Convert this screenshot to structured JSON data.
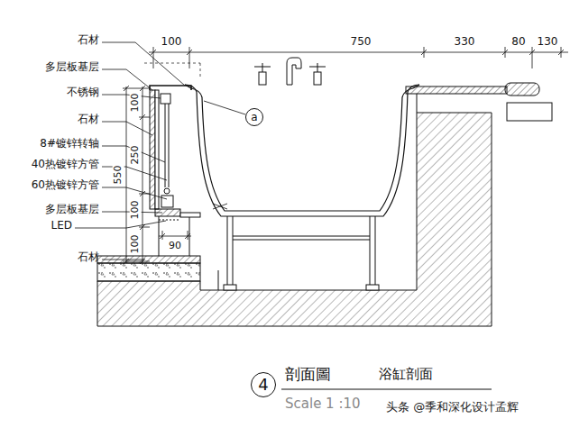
{
  "diagram": {
    "nodes": [
      {
        "text": [
          "a"
        ]
      },
      {
        "text": [
          "4"
        ]
      }
    ],
    "labels": [
      "石材",
      "多层板基层",
      "不锈钢",
      "石材",
      "8#镀锌转轴",
      "40热镀锌方管",
      "60热镀锌方管",
      "多层板基层",
      "LED",
      "石材",
      "100",
      "750",
      "330",
      "80",
      "130",
      "100",
      "250",
      "550",
      "100",
      "100",
      "90",
      "剖面圖",
      "浴缸剖面",
      "Scale 1 :10",
      "头条 @季和深化设计孟辉"
    ]
  }
}
